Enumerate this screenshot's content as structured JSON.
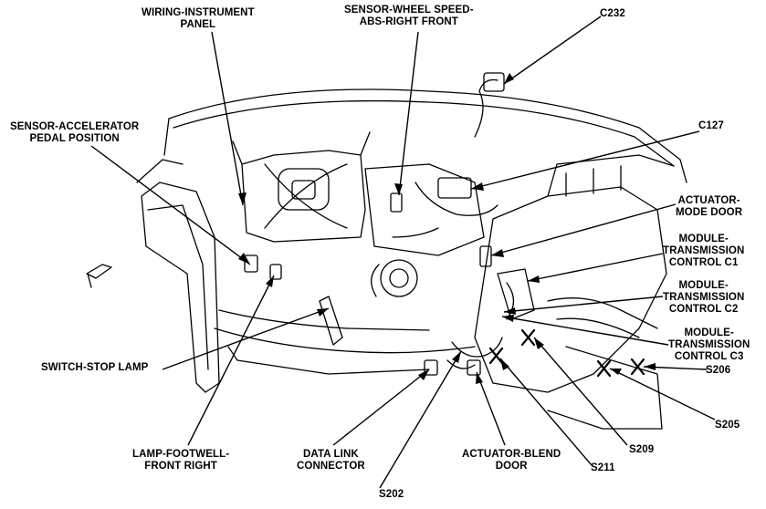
{
  "diagram": {
    "labels": {
      "wiring_instrument_panel": [
        "WIRING-INSTRUMENT",
        "PANEL"
      ],
      "sensor_wheel_speed": [
        "SENSOR-WHEEL SPEED-",
        "ABS-RIGHT FRONT"
      ],
      "c232": [
        "C232"
      ],
      "sensor_accelerator": [
        "SENSOR-ACCELERATOR",
        "PEDAL POSITION"
      ],
      "c127": [
        "C127"
      ],
      "actuator_mode_door": [
        "ACTUATOR-",
        "MODE DOOR"
      ],
      "module_tc_c1": [
        "MODULE-",
        "TRANSMISSION",
        "CONTROL C1"
      ],
      "module_tc_c2": [
        "MODULE-",
        "TRANSMISSION",
        "CONTROL C2"
      ],
      "module_tc_c3": [
        "MODULE-",
        "TRANSMISSION",
        "CONTROL C3"
      ],
      "switch_stop_lamp": [
        "SWITCH-STOP LAMP"
      ],
      "s206": [
        "S206"
      ],
      "s205": [
        "S205"
      ],
      "s209": [
        "S209"
      ],
      "lamp_footwell": [
        "LAMP-FOOTWELL-",
        "FRONT RIGHT"
      ],
      "data_link_connector": [
        "DATA LINK",
        "CONNECTOR"
      ],
      "actuator_blend_door": [
        "ACTUATOR-BLEND",
        "DOOR"
      ],
      "s211": [
        "S211"
      ],
      "s202": [
        "S202"
      ]
    }
  }
}
